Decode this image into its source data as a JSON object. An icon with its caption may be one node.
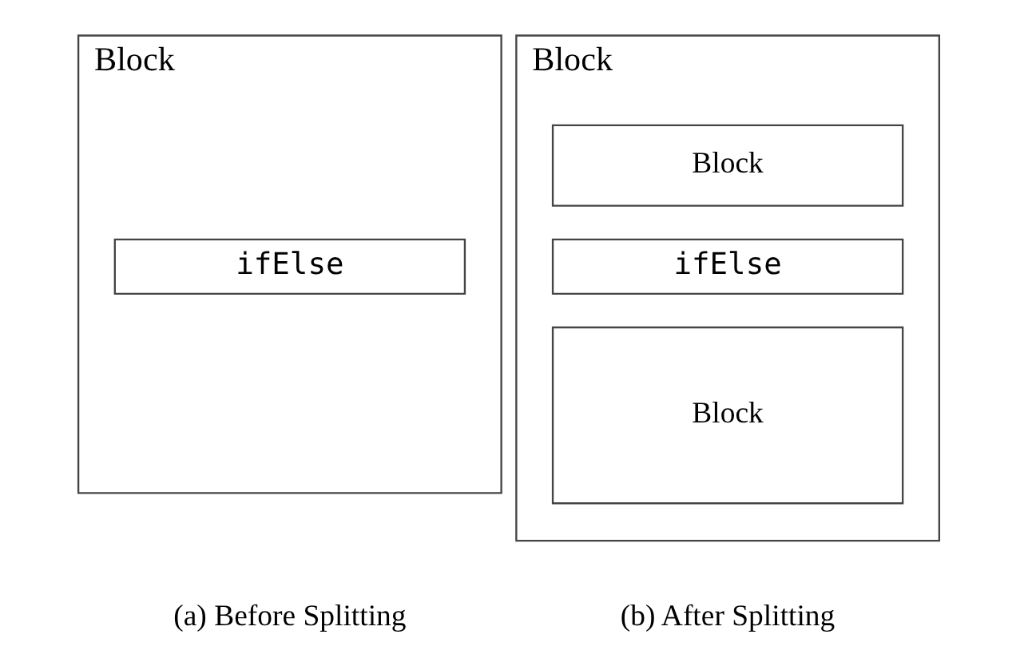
{
  "diagram": {
    "nodes": [
      {
        "text": [
          "Block"
        ],
        "beside": [
          "(a) Before Splitting"
        ]
      },
      {
        "text": [
          "ifElse"
        ],
        "in": 0
      },
      {
        "text": [
          "Block"
        ],
        "beside": [
          "(b) After Splitting"
        ]
      },
      {
        "text": [
          "Block"
        ],
        "in": 2
      },
      {
        "text": [
          "ifElse"
        ],
        "in": 2
      },
      {
        "text": [
          "Block"
        ],
        "in": 2
      }
    ],
    "edges": []
  }
}
